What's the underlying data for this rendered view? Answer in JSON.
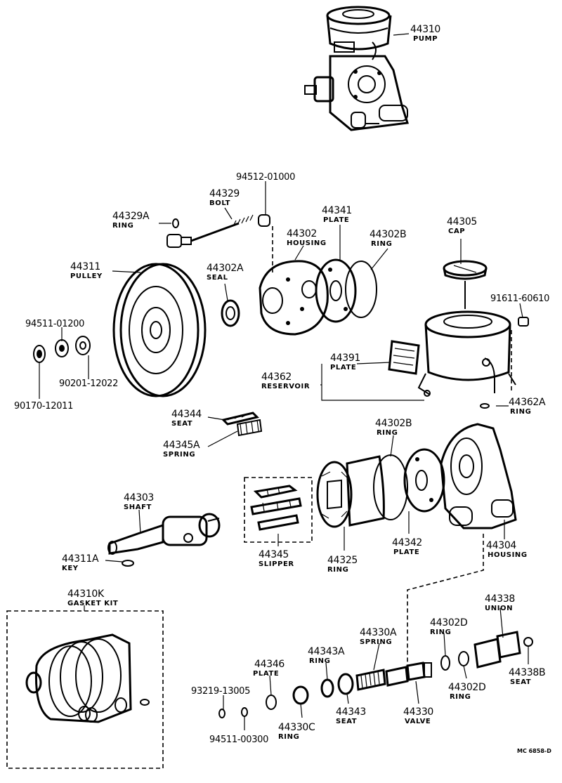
{
  "parts": [
    {
      "id": "p44310",
      "number": "44310",
      "name": "PUMP"
    },
    {
      "id": "p94512",
      "number": "94512-01000",
      "name": ""
    },
    {
      "id": "p44329",
      "number": "44329",
      "name": "BOLT"
    },
    {
      "id": "p44329A",
      "number": "44329A",
      "name": "RING"
    },
    {
      "id": "p44341",
      "number": "44341",
      "name": "PLATE"
    },
    {
      "id": "p44302",
      "number": "44302",
      "name": "HOUSING"
    },
    {
      "id": "p44302B_top",
      "number": "44302B",
      "name": "RING"
    },
    {
      "id": "p44305",
      "number": "44305",
      "name": "CAP"
    },
    {
      "id": "p44311",
      "number": "44311",
      "name": "PULLEY"
    },
    {
      "id": "p44302A",
      "number": "44302A",
      "name": "SEAL"
    },
    {
      "id": "p91611",
      "number": "91611-60610",
      "name": ""
    },
    {
      "id": "p94511_01200",
      "number": "94511-01200",
      "name": ""
    },
    {
      "id": "p44391",
      "number": "44391",
      "name": "PLATE"
    },
    {
      "id": "p44362",
      "number": "44362",
      "name": "RESERVOIR"
    },
    {
      "id": "p90201",
      "number": "90201-12022",
      "name": ""
    },
    {
      "id": "p44362A",
      "number": "44362A",
      "name": "RING"
    },
    {
      "id": "p90170",
      "number": "90170-12011",
      "name": ""
    },
    {
      "id": "p44344",
      "number": "44344",
      "name": "SEAT"
    },
    {
      "id": "p44302B_mid",
      "number": "44302B",
      "name": "RING"
    },
    {
      "id": "p44345A",
      "number": "44345A",
      "name": "SPRING"
    },
    {
      "id": "p44303",
      "number": "44303",
      "name": "SHAFT"
    },
    {
      "id": "p44342",
      "number": "44342",
      "name": "PLATE"
    },
    {
      "id": "p44304",
      "number": "44304",
      "name": "HOUSING"
    },
    {
      "id": "p44345",
      "number": "44345",
      "name": "SLIPPER"
    },
    {
      "id": "p44325",
      "number": "44325",
      "name": "RING"
    },
    {
      "id": "p44311A",
      "number": "44311A",
      "name": "KEY"
    },
    {
      "id": "p44310K",
      "number": "44310K",
      "name": "GASKET KIT"
    },
    {
      "id": "p44338",
      "number": "44338",
      "name": "UNION"
    },
    {
      "id": "p44302D_top",
      "number": "44302D",
      "name": "RING"
    },
    {
      "id": "p44330A",
      "number": "44330A",
      "name": "SPRING"
    },
    {
      "id": "p44343A",
      "number": "44343A",
      "name": "RING"
    },
    {
      "id": "p44346",
      "number": "44346",
      "name": "PLATE"
    },
    {
      "id": "p44338B",
      "number": "44338B",
      "name": "SEAT"
    },
    {
      "id": "p93219",
      "number": "93219-13005",
      "name": ""
    },
    {
      "id": "p44302D_bot",
      "number": "44302D",
      "name": "RING"
    },
    {
      "id": "p44343",
      "number": "44343",
      "name": "SEAT"
    },
    {
      "id": "p44330",
      "number": "44330",
      "name": "VALVE"
    },
    {
      "id": "p44330C",
      "number": "44330C",
      "name": "RING"
    },
    {
      "id": "p94511_00300",
      "number": "94511-00300",
      "name": ""
    }
  ],
  "drawing_code": "MC 6858-D"
}
